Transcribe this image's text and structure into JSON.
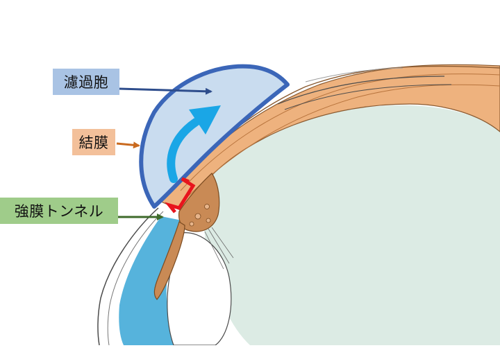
{
  "labels": {
    "bleb": "濾過胞",
    "conjunctiva": "結膜",
    "scleral_tunnel": "強膜トンネル"
  },
  "colors": {
    "bleb_label_bg": "#a9c3e4",
    "conjunctiva_label_bg": "#f3c09a",
    "tunnel_label_bg": "#9fcc8a",
    "bleb_arrow": "#2e4d8c",
    "conjunctiva_arrow": "#c96a1f",
    "tunnel_arrow": "#3d6a2a",
    "bleb_outline": "#3b66b8",
    "bleb_fill": "#c9dcef",
    "flow_arrow": "#1aa6e6",
    "tunnel_marker": "#e8141d",
    "sclera": "#eeb27e",
    "sclera_dark": "#b8743d",
    "vitreous": "#dcebe4",
    "anterior_chamber": "#56b3dc",
    "iris_ciliary": "#c98a55"
  },
  "icons": {
    "flow_arrow": "curved-arrow-icon",
    "pointer_arrows": "right-arrow-icon"
  }
}
